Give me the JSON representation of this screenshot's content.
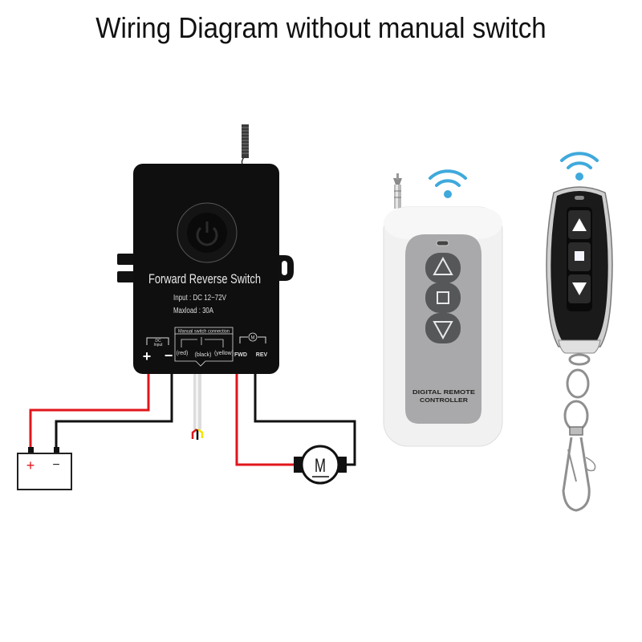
{
  "title": "Wiring Diagram without manual switch",
  "controller": {
    "name": "Forward Reverse Switch",
    "input": "Input : DC 12−72V",
    "maxload": "Maxload : 30A",
    "dc_input_label_1": "DC",
    "dc_input_label_2": "Input",
    "plus": "+",
    "minus": "−",
    "manual_switch_label": "Manual switch connection",
    "wire_red": "(red)",
    "wire_black": "(black)",
    "wire_yellow": "(yellow)",
    "motor_symbol": "M",
    "fwd": "FWD",
    "rev": "REV"
  },
  "battery": {
    "plus": "+",
    "minus": "−"
  },
  "motor": {
    "symbol": "M"
  },
  "remote_white": {
    "label_line1": "DIGITAL REMOTE",
    "label_line2": "CONTROLLER",
    "buttons": [
      "up-triangle",
      "stop-square",
      "down-triangle"
    ]
  },
  "remote_black": {
    "buttons": [
      "up-triangle",
      "stop-square",
      "down-triangle"
    ]
  },
  "colors": {
    "wire_red": "#e0161b",
    "wire_black": "#111111",
    "wire_yellow": "#f2e200",
    "wifi_blue": "#3fa9dc",
    "box_black": "#0f0f0f",
    "remote_grey": "#a9a9ab"
  }
}
